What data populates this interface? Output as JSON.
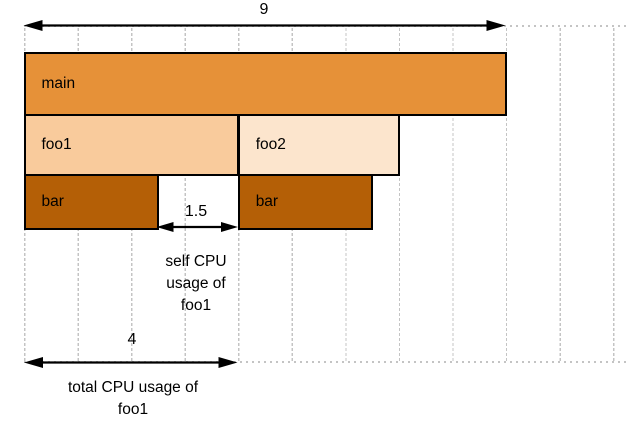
{
  "colors": {
    "main": "#E69138",
    "foo1": "#F9CB9C",
    "foo2": "#FCE5CD",
    "bar": "#B45F06",
    "grid": "#C4C4C4",
    "arrow": "#000000"
  },
  "frames": [
    {
      "label": "main",
      "depth": 0,
      "start": 0,
      "end": 9,
      "color": "main"
    },
    {
      "label": "foo1",
      "depth": 1,
      "start": 0,
      "end": 4,
      "color": "foo1"
    },
    {
      "label": "foo2",
      "depth": 1,
      "start": 4,
      "end": 7,
      "color": "foo2"
    },
    {
      "label": "bar",
      "depth": 2,
      "start": 0,
      "end": 2.5,
      "color": "bar"
    },
    {
      "label": "bar",
      "depth": 2,
      "start": 4,
      "end": 6.5,
      "color": "bar"
    }
  ],
  "grid": {
    "column_count": 11
  },
  "measurements": {
    "total_width": {
      "value": "9"
    },
    "self_foo1": {
      "value": "1.5",
      "caption": "self CPU\nusage of\nfoo1"
    },
    "total_foo1": {
      "value": "4",
      "caption": "total CPU usage of\nfoo1"
    }
  }
}
